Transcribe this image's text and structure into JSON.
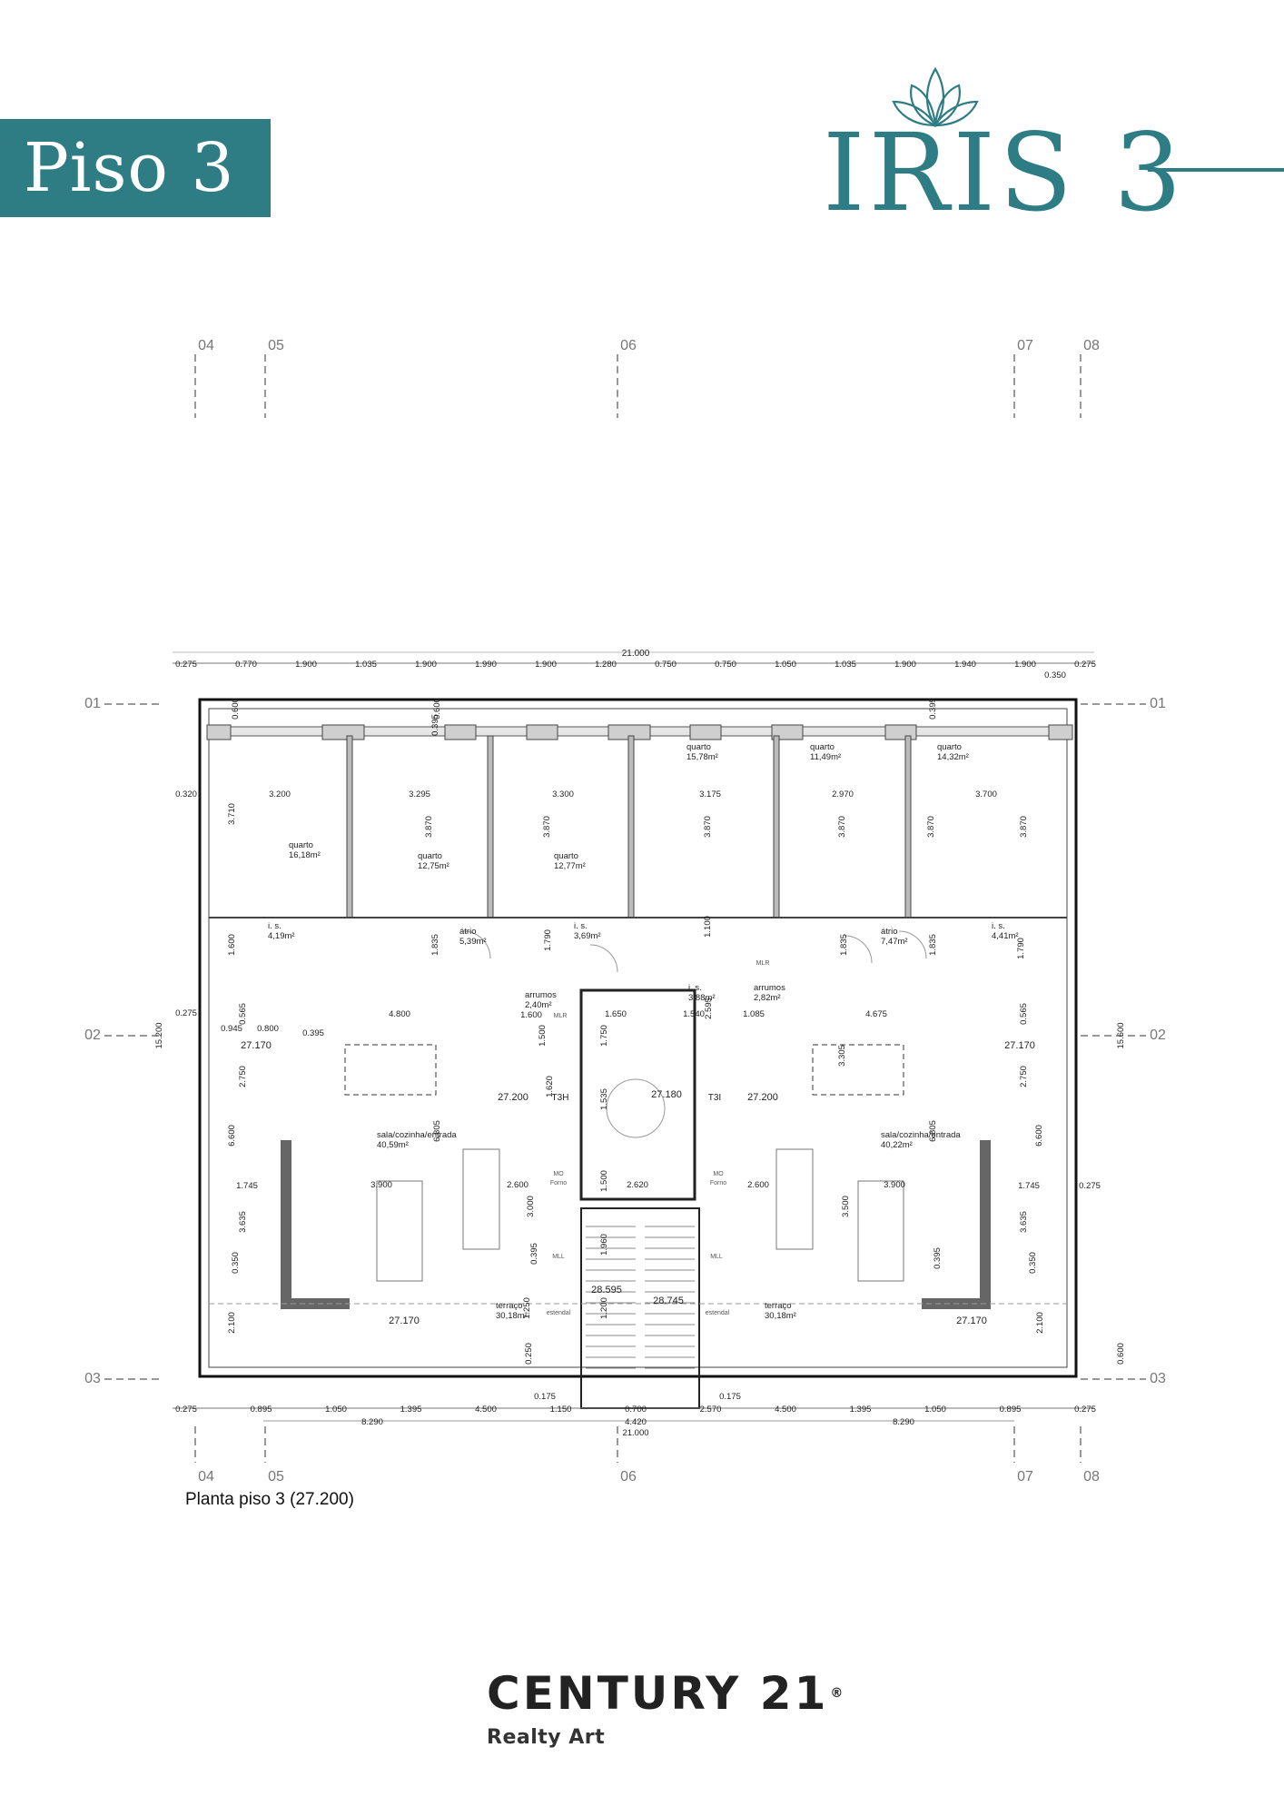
{
  "header": {
    "floor_label": "Piso 3",
    "brand": "IRIS 3",
    "brand_color": "#2f7d84"
  },
  "plan": {
    "caption": "Planta piso 3 (27.200)",
    "grid_top": [
      "04",
      "05",
      "06",
      "07",
      "08"
    ],
    "grid_bottom": [
      "04",
      "05",
      "06",
      "07",
      "08"
    ],
    "grid_left": [
      "01",
      "02",
      "03"
    ],
    "grid_right": [
      "01",
      "02",
      "03"
    ],
    "total_width": "21.000",
    "top_dims": [
      "0.275",
      "0.770",
      "1.900",
      "1.035",
      "1.900",
      "1.990",
      "1.900",
      "1.280",
      "0.750",
      "0.750",
      "1.050",
      "1.035",
      "1.900",
      "1.940",
      "1.900",
      "0.275"
    ],
    "top_dim_extra": "0.350",
    "bottom_dims_1": [
      "0.275",
      "0.895",
      "1.050",
      "1.395",
      "4.500",
      "1.150",
      "0.700",
      "2.570",
      "4.500",
      "1.395",
      "1.050",
      "0.895",
      "0.275"
    ],
    "bottom_dims_small": [
      "0.175",
      "0.175"
    ],
    "bottom_dims_2": [
      "8.290",
      "4.420",
      "8.290"
    ],
    "bottom_total": "21.000",
    "right_dims": [
      "15.600",
      "0.600"
    ],
    "left_dim": "15.200",
    "rooms": [
      {
        "name": "quarto",
        "area": "16,18m²"
      },
      {
        "name": "quarto",
        "area": "12,75m²"
      },
      {
        "name": "quarto",
        "area": "12,77m²"
      },
      {
        "name": "quarto",
        "area": "15,78m²"
      },
      {
        "name": "quarto",
        "area": "11,49m²"
      },
      {
        "name": "quarto",
        "area": "14,32m²"
      },
      {
        "name": "i. s.",
        "area": "4,19m²"
      },
      {
        "name": "átrio",
        "area": "5,39m²"
      },
      {
        "name": "i. s.",
        "area": "3,69m²"
      },
      {
        "name": "i. s.",
        "area": "3,88m²"
      },
      {
        "name": "arrumos",
        "area": "2,82m²"
      },
      {
        "name": "átrio",
        "area": "7,47m²"
      },
      {
        "name": "i. s.",
        "area": "4,41m²"
      },
      {
        "name": "arrumos",
        "area": "2,40m²"
      },
      {
        "name": "sala/cozinha/entrada",
        "area": "40,59m²"
      },
      {
        "name": "sala/cozinha/entrada",
        "area": "40,22m²"
      },
      {
        "name": "terraço",
        "area": "30,18m²"
      },
      {
        "name": "terraço",
        "area": "30,18m²"
      }
    ],
    "room_widths": [
      "3.200",
      "3.295",
      "3.300",
      "3.175",
      "2.970",
      "3.700"
    ],
    "room_depth": "3.870",
    "wall_thk": "0.395",
    "wall_thk2": "0.600",
    "left_side": [
      "0.320",
      "3.710",
      "1.600",
      "0.275",
      "0.945",
      "0.800",
      "0.395",
      "0.565",
      "2.750",
      "6.600",
      "1.745",
      "3.635",
      "0.350",
      "2.100"
    ],
    "right_side": [
      "1.790",
      "0.565",
      "2.750",
      "6.600",
      "1.745",
      "3.635",
      "0.350",
      "2.100",
      "0.275"
    ],
    "levels": [
      "27.170",
      "27.200",
      "27.180",
      "27.200",
      "27.170",
      "27.170",
      "27.170",
      "28.595",
      "28.745"
    ],
    "units": [
      "T3H",
      "T3I"
    ],
    "misc_dims": [
      "1.835",
      "1.790",
      "1.100",
      "1.835",
      "1.835",
      "1.600",
      "1.500",
      "1.650",
      "1.750",
      "1.540",
      "2.595",
      "1.085",
      "4.800",
      "4.675",
      "3.305",
      "6.805",
      "6.805",
      "3.900",
      "2.600",
      "2.620",
      "2.600",
      "3.900",
      "3.000",
      "3.500",
      "1.620",
      "1.535",
      "1.500",
      "1.960",
      "1.200",
      "1.250",
      "0.395",
      "0.395",
      "0.250"
    ],
    "appliance_labels": [
      "MLR",
      "MLR",
      "MO",
      "Forno",
      "MO",
      "Forno",
      "MLL",
      "MLL",
      "estendal",
      "estendal"
    ]
  },
  "footer": {
    "agency": "CENTURY 21",
    "agency_sub": "Realty Art"
  }
}
